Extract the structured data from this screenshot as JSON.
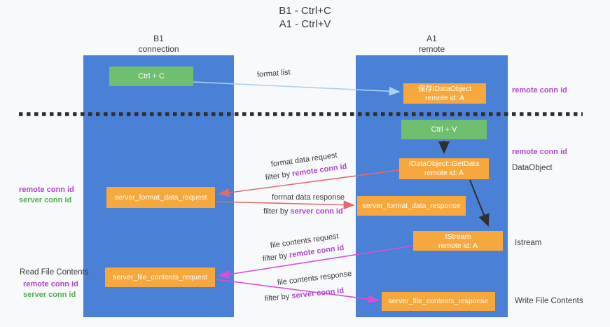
{
  "title": {
    "line1": "B1 - Ctrl+C",
    "line2": "A1 - Ctrl+V"
  },
  "lanes": {
    "left": {
      "title": "B1",
      "subtitle": "connection"
    },
    "right": {
      "title": "A1",
      "subtitle": "remote"
    }
  },
  "nodes": {
    "ctrl_c": {
      "label": "Ctrl + C"
    },
    "ctrl_v": {
      "label": "Ctrl + V"
    },
    "save_dataobject": {
      "line1": "保存IDataObject",
      "line2": "remote id: A"
    },
    "getdata": {
      "line1": "IDataObject::GetData",
      "line2": "remote id: A"
    },
    "istream": {
      "line1": "IStream",
      "line2": "remote id: A"
    },
    "format_request": {
      "label": "server_format_data_request"
    },
    "format_response": {
      "label": "server_format_data_response"
    },
    "file_request": {
      "label": "server_file_contents_request"
    },
    "file_response": {
      "label": "server_file_contents_response"
    }
  },
  "flow_labels": {
    "format_list": "format list",
    "format_data_request": "format data request",
    "format_data_request_filter_prefix": "filter by ",
    "format_data_request_filter_key": "remote conn id",
    "format_data_response": "format data response",
    "format_data_response_filter_prefix": "filter by ",
    "format_data_response_filter_key": "server conn id",
    "file_contents_request": "file contents request",
    "file_contents_request_filter_prefix": "filter by ",
    "file_contents_request_filter_key": "remote conn id",
    "file_contents_response": "file contents response",
    "file_contents_response_filter_prefix": "filter by ",
    "file_contents_response_filter_key": "server conn id"
  },
  "side_labels": {
    "right_remote_conn_top": "remote conn id",
    "right_remote_conn_mid": "remote conn id",
    "right_dataobject": "DataObject",
    "right_istream": "Istream",
    "right_write_file": "Write File Contents",
    "left_remote_conn_mid": "remote conn id",
    "left_server_conn_mid": "server conn id",
    "left_read_file": "Read File Contents",
    "left_remote_conn_bottom": "remote conn id",
    "left_server_conn_bottom": "server conn id"
  },
  "colors": {
    "bg": "#f8f9fb",
    "lane_blue": "#4a80d6",
    "node_green": "#70bf70",
    "node_orange": "#f7a83d",
    "purple": "#ab47cf",
    "green_label": "#53ae53",
    "arrow_red": "#e06b6e",
    "arrow_magenta": "#d84fd8",
    "arrow_blue": "#a9d3ee",
    "arrow_black": "#2f2f2f"
  }
}
